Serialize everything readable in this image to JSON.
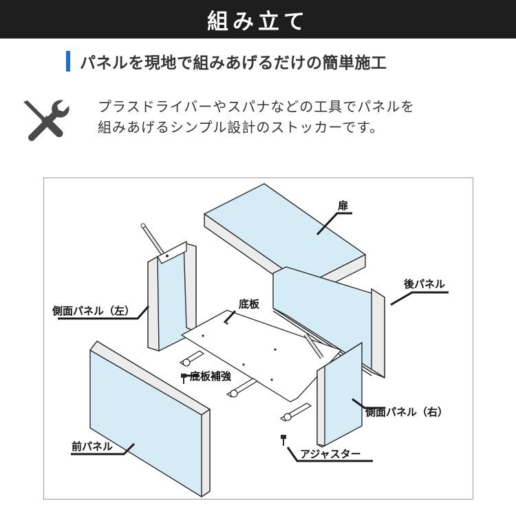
{
  "header": {
    "title": "組み立て"
  },
  "subheading": {
    "text": "パネルを現地で組みあげるだけの簡単施工"
  },
  "description": {
    "line1": "プラスドライバーやスパナなどの工具でパネルを",
    "line2": "組みあげるシンプル設計のストッカーです。"
  },
  "icons": {
    "tools": "screwdriver-wrench-icon"
  },
  "colors": {
    "header_bg": "#1e1e1e",
    "accent": "#1f6fd1",
    "panel_fill": "#d5ecf7",
    "panel_edge": "#e8e8e8"
  },
  "diagram": {
    "labels": {
      "door": "扉",
      "back_panel": "後パネル",
      "side_left": "側面パネル（左）",
      "bottom": "底板",
      "bottom_reinforcement": "底板補強",
      "side_right": "側面パネル（右）",
      "front_panel": "前パネル",
      "adjuster": "アジャスター"
    }
  }
}
